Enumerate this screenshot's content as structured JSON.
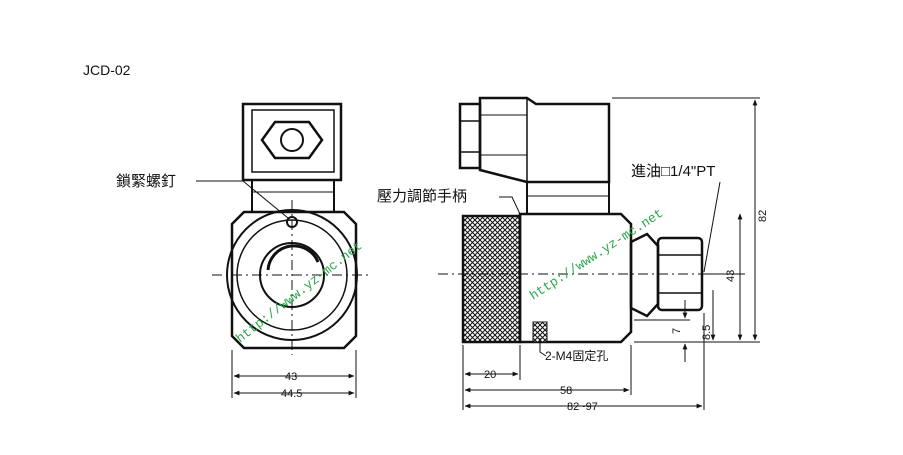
{
  "model": "JCD-02",
  "labels": {
    "lock_screw": "鎖緊螺釘",
    "pressure_handle": "壓力調節手柄",
    "oil_inlet": "進油□1/4\"PT",
    "mount_holes": "2-M4固定孔"
  },
  "dimensions": {
    "front_width_inner": "43",
    "front_width_outer": "44.5",
    "side_knob": "20",
    "side_body": "58",
    "side_total": "82~97",
    "height_total": "82",
    "height_center": "43",
    "height_7": "7",
    "height_8_5": "8.5"
  },
  "watermark": "http://www.yz-mc.net",
  "colors": {
    "line": "#111111",
    "watermark": "#2aa64a"
  }
}
